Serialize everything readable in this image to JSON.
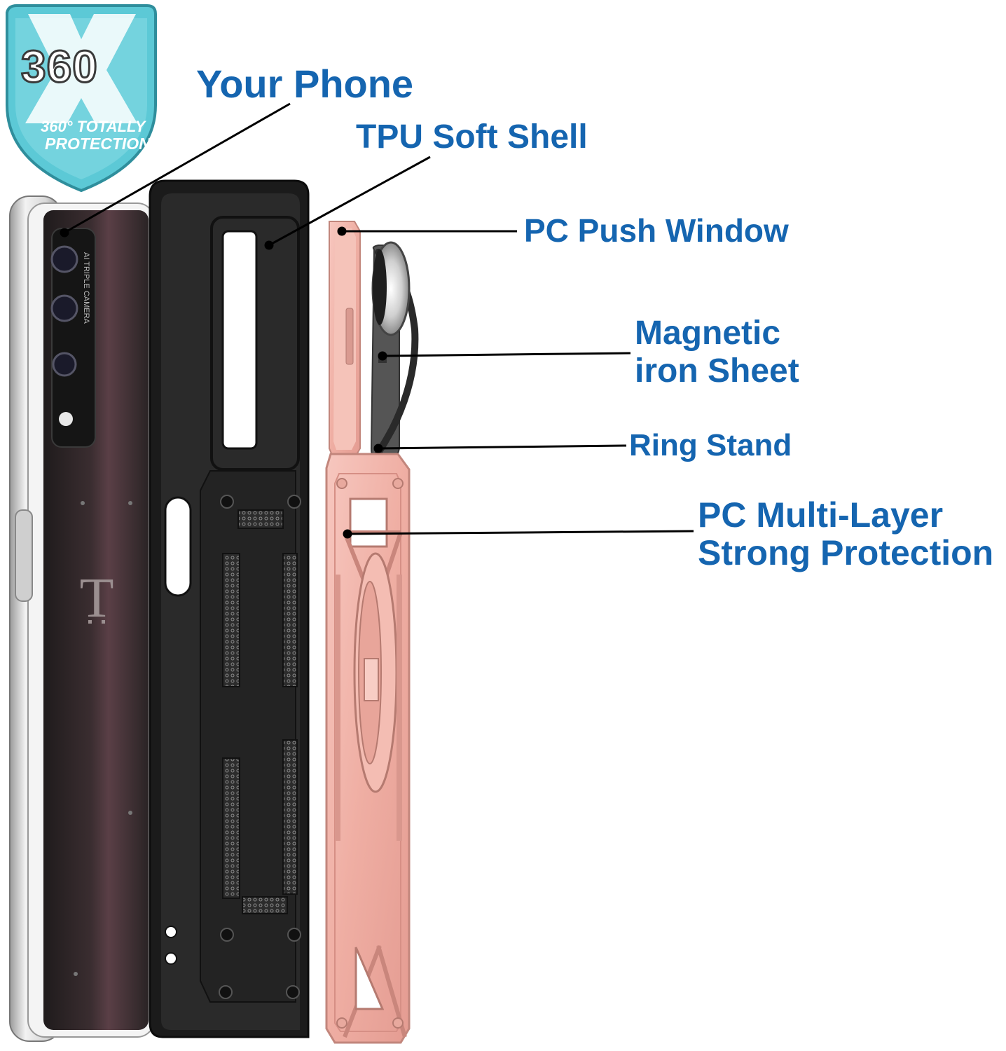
{
  "badge": {
    "number": "360",
    "line1": "360° TOTALLY",
    "line2": "PROTECTION"
  },
  "labels": {
    "your_phone": "Your Phone",
    "tpu_soft_shell": "TPU Soft Shell",
    "pc_push_window": "PC Push Window",
    "magnetic_line1": "Magnetic",
    "magnetic_line2": "iron Sheet",
    "ring_stand": "Ring Stand",
    "pc_multi_line1": "PC Multi-Layer",
    "pc_multi_line2": "Strong Protection"
  },
  "phone": {
    "logo_glyph": "T",
    "camera_text": "AI TRIPLE CAMERA"
  },
  "colors": {
    "label_blue": "#1565b0",
    "badge_teal": "#5cc9d6",
    "shell_black": "#1e1e1e",
    "pink_plate": "#f2b7ad",
    "phone_body": "#2b2426"
  }
}
